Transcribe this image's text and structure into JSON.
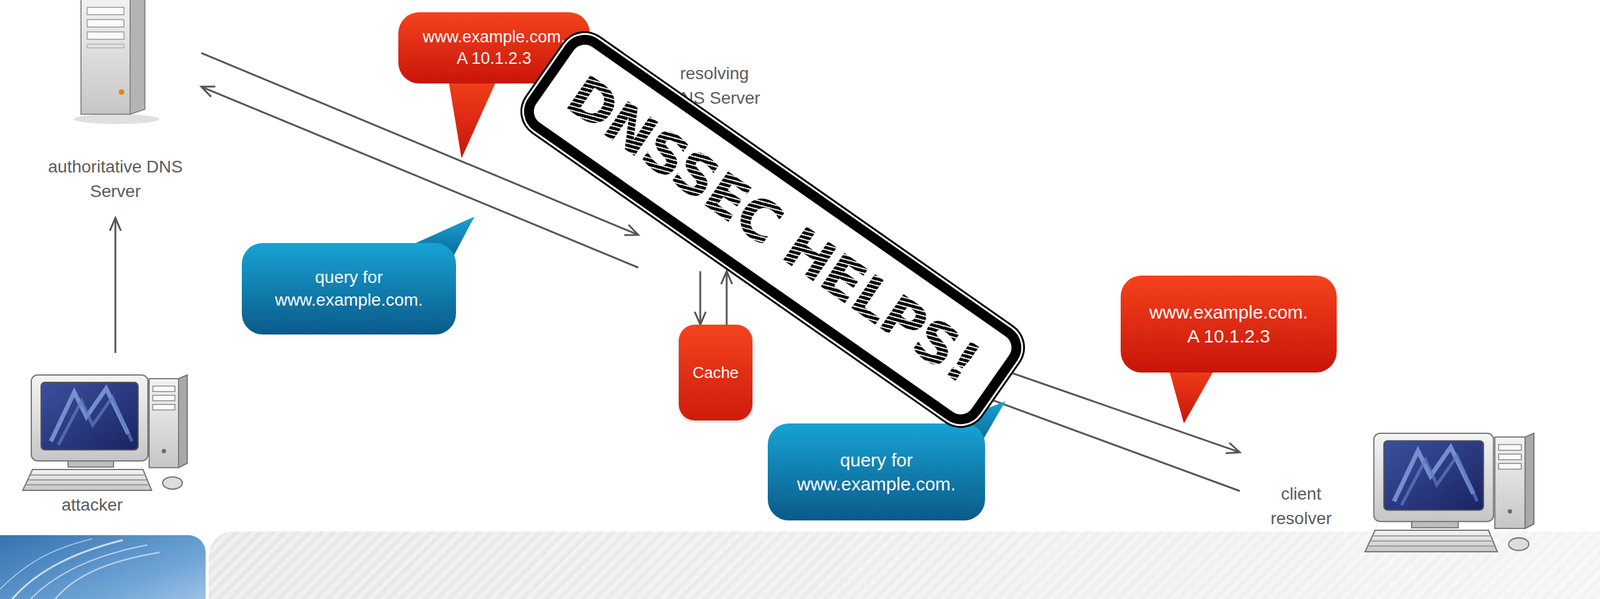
{
  "diagram": {
    "nodes": [
      {
        "text": [
          "authoritative DNS Server"
        ]
      },
      {
        "text": [
          "www.example.com. A 10.1.2.3"
        ]
      },
      {
        "text": [
          "resolving DNS Server"
        ]
      },
      {
        "text": [
          "query for www.example.com."
        ]
      },
      {
        "text": [
          "Cache"
        ]
      },
      {
        "text": [
          "DNSSEC HELPS!"
        ]
      },
      {
        "text": [
          "www.example.com. A 10.1.2.3"
        ]
      },
      {
        "text": [
          "query for www.example.com."
        ]
      },
      {
        "text": [
          "attacker"
        ]
      },
      {
        "text": [
          "client resolver"
        ]
      }
    ],
    "edges": [
      {
        "from": 8,
        "to": 0,
        "arrow": "to"
      },
      {
        "from": 0,
        "to": 2,
        "arrow": "to"
      },
      {
        "from": 2,
        "to": 0,
        "arrow": "to"
      },
      {
        "from": 2,
        "to": 4,
        "arrow": "to"
      },
      {
        "from": 4,
        "to": 2,
        "arrow": "to"
      },
      {
        "from": 2,
        "to": 9,
        "arrow": "to"
      },
      {
        "from": 9,
        "to": 2,
        "arrow": "none"
      }
    ]
  }
}
